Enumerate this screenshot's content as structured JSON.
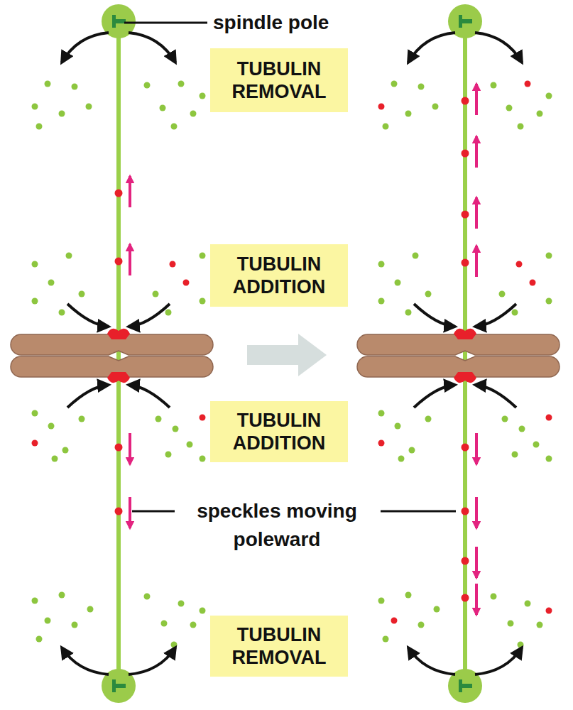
{
  "diagram": {
    "nodes": [
      {
        "text": [
          "TUBULIN REMOVAL"
        ]
      },
      {
        "text": [
          "TUBULIN ADDITION"
        ]
      },
      {
        "text": [
          "TUBULIN ADDITION"
        ]
      },
      {
        "text": [
          "TUBULIN REMOVAL"
        ]
      }
    ],
    "labels": [
      "spindle pole",
      "speckles moving poleward"
    ]
  }
}
